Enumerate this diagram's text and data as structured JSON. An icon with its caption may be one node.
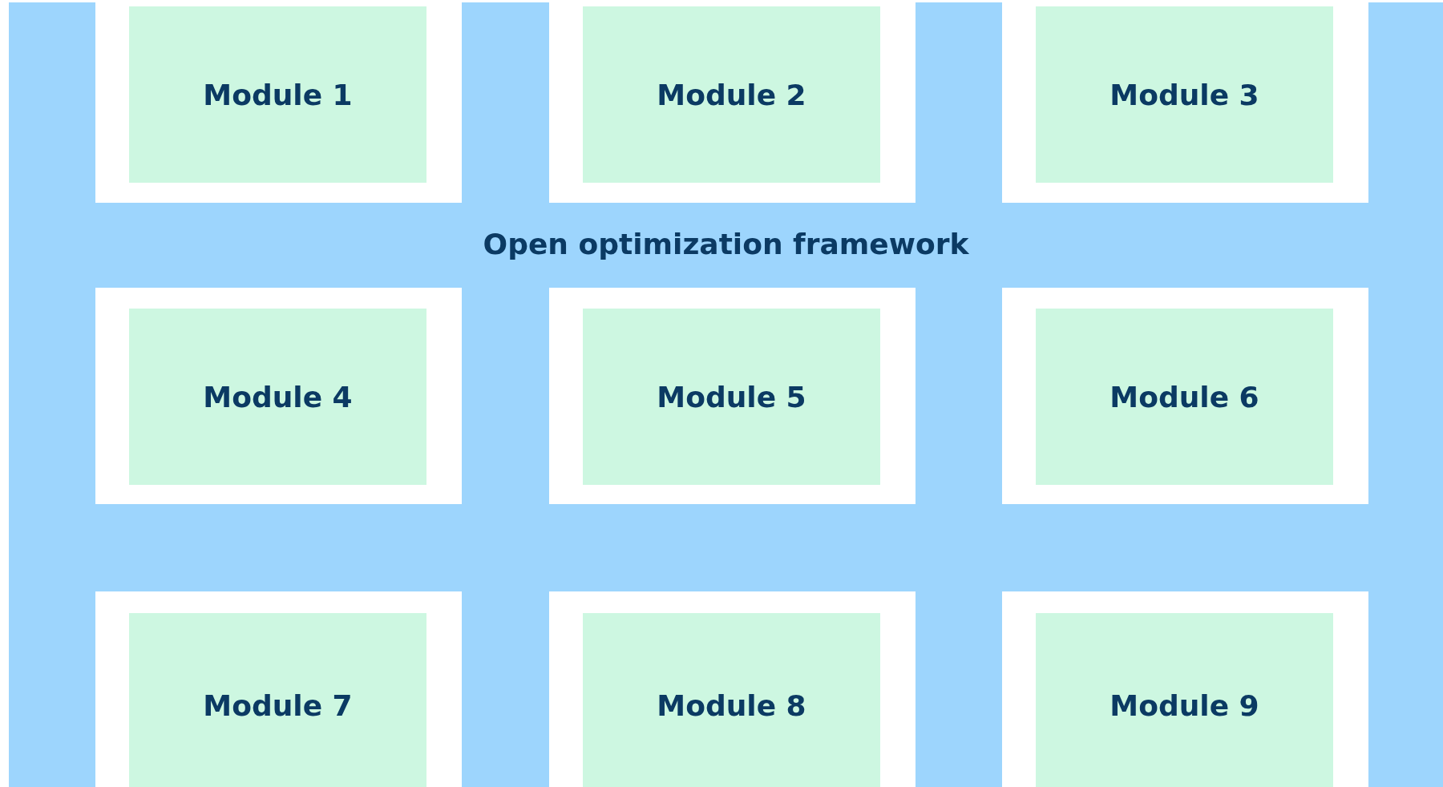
{
  "diagram": {
    "nodes": [
      {
        "text": [
          "Open optimization framework"
        ]
      },
      {
        "text": [
          "Module 1"
        ],
        "in": 0
      },
      {
        "text": [
          "Module 2"
        ],
        "in": 0
      },
      {
        "text": [
          "Module 3"
        ],
        "in": 0
      },
      {
        "text": [
          "Module 4"
        ],
        "in": 0
      },
      {
        "text": [
          "Module 5"
        ],
        "in": 0
      },
      {
        "text": [
          "Module 6"
        ],
        "in": 0
      },
      {
        "text": [
          "Module 7"
        ],
        "in": 0
      },
      {
        "text": [
          "Module 8"
        ],
        "in": 0
      },
      {
        "text": [
          "Module 9"
        ],
        "in": 0
      }
    ]
  }
}
